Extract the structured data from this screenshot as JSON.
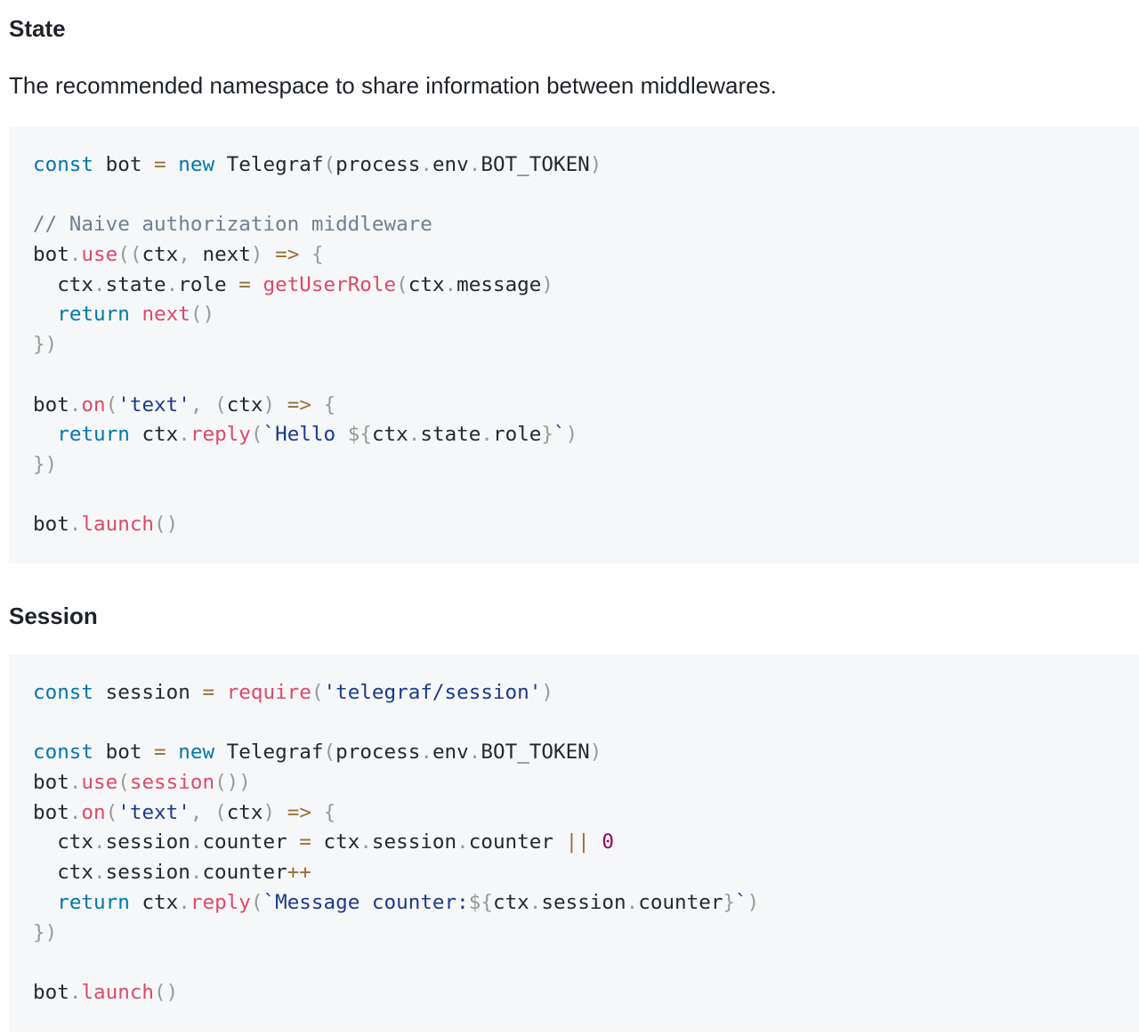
{
  "sections": [
    {
      "title": "State",
      "description": "The recommended namespace to share information between middlewares.",
      "code_lines": [
        [
          [
            "kw",
            "const"
          ],
          [
            "plain",
            " bot "
          ],
          [
            "op",
            "="
          ],
          [
            "plain",
            " "
          ],
          [
            "kw",
            "new"
          ],
          [
            "plain",
            " Telegraf"
          ],
          [
            "punc",
            "("
          ],
          [
            "plain",
            "process"
          ],
          [
            "punc",
            "."
          ],
          [
            "plain",
            "env"
          ],
          [
            "punc",
            "."
          ],
          [
            "plain",
            "BOT_TOKEN"
          ],
          [
            "punc",
            ")"
          ]
        ],
        [],
        [
          [
            "com",
            "// Naive authorization middleware"
          ]
        ],
        [
          [
            "plain",
            "bot"
          ],
          [
            "punc",
            "."
          ],
          [
            "fn",
            "use"
          ],
          [
            "punc",
            "(("
          ],
          [
            "plain",
            "ctx"
          ],
          [
            "punc",
            ","
          ],
          [
            "plain",
            " next"
          ],
          [
            "punc",
            ")"
          ],
          [
            "plain",
            " "
          ],
          [
            "op",
            "=>"
          ],
          [
            "plain",
            " "
          ],
          [
            "punc",
            "{"
          ]
        ],
        [
          [
            "plain",
            "  ctx"
          ],
          [
            "punc",
            "."
          ],
          [
            "plain",
            "state"
          ],
          [
            "punc",
            "."
          ],
          [
            "plain",
            "role "
          ],
          [
            "op",
            "="
          ],
          [
            "plain",
            " "
          ],
          [
            "fn",
            "getUserRole"
          ],
          [
            "punc",
            "("
          ],
          [
            "plain",
            "ctx"
          ],
          [
            "punc",
            "."
          ],
          [
            "plain",
            "message"
          ],
          [
            "punc",
            ")"
          ]
        ],
        [
          [
            "plain",
            "  "
          ],
          [
            "kw",
            "return"
          ],
          [
            "plain",
            " "
          ],
          [
            "fn",
            "next"
          ],
          [
            "punc",
            "()"
          ]
        ],
        [
          [
            "punc",
            "})"
          ]
        ],
        [],
        [
          [
            "plain",
            "bot"
          ],
          [
            "punc",
            "."
          ],
          [
            "fn",
            "on"
          ],
          [
            "punc",
            "("
          ],
          [
            "str",
            "'text'"
          ],
          [
            "punc",
            ","
          ],
          [
            "plain",
            " "
          ],
          [
            "punc",
            "("
          ],
          [
            "plain",
            "ctx"
          ],
          [
            "punc",
            ")"
          ],
          [
            "plain",
            " "
          ],
          [
            "op",
            "=>"
          ],
          [
            "plain",
            " "
          ],
          [
            "punc",
            "{"
          ]
        ],
        [
          [
            "plain",
            "  "
          ],
          [
            "kw",
            "return"
          ],
          [
            "plain",
            " ctx"
          ],
          [
            "punc",
            "."
          ],
          [
            "fn",
            "reply"
          ],
          [
            "punc",
            "("
          ],
          [
            "str",
            "`Hello "
          ],
          [
            "punc",
            "${"
          ],
          [
            "plain",
            "ctx"
          ],
          [
            "punc",
            "."
          ],
          [
            "plain",
            "state"
          ],
          [
            "punc",
            "."
          ],
          [
            "plain",
            "role"
          ],
          [
            "punc",
            "}"
          ],
          [
            "str",
            "`"
          ],
          [
            "punc",
            ")"
          ]
        ],
        [
          [
            "punc",
            "})"
          ]
        ],
        [],
        [
          [
            "plain",
            "bot"
          ],
          [
            "punc",
            "."
          ],
          [
            "fn",
            "launch"
          ],
          [
            "punc",
            "()"
          ]
        ]
      ]
    },
    {
      "title": "Session",
      "description": "",
      "code_lines": [
        [
          [
            "kw",
            "const"
          ],
          [
            "plain",
            " session "
          ],
          [
            "op",
            "="
          ],
          [
            "plain",
            " "
          ],
          [
            "fn",
            "require"
          ],
          [
            "punc",
            "("
          ],
          [
            "str",
            "'telegraf/session'"
          ],
          [
            "punc",
            ")"
          ]
        ],
        [],
        [
          [
            "kw",
            "const"
          ],
          [
            "plain",
            " bot "
          ],
          [
            "op",
            "="
          ],
          [
            "plain",
            " "
          ],
          [
            "kw",
            "new"
          ],
          [
            "plain",
            " Telegraf"
          ],
          [
            "punc",
            "("
          ],
          [
            "plain",
            "process"
          ],
          [
            "punc",
            "."
          ],
          [
            "plain",
            "env"
          ],
          [
            "punc",
            "."
          ],
          [
            "plain",
            "BOT_TOKEN"
          ],
          [
            "punc",
            ")"
          ]
        ],
        [
          [
            "plain",
            "bot"
          ],
          [
            "punc",
            "."
          ],
          [
            "fn",
            "use"
          ],
          [
            "punc",
            "("
          ],
          [
            "fn",
            "session"
          ],
          [
            "punc",
            "())"
          ]
        ],
        [
          [
            "plain",
            "bot"
          ],
          [
            "punc",
            "."
          ],
          [
            "fn",
            "on"
          ],
          [
            "punc",
            "("
          ],
          [
            "str",
            "'text'"
          ],
          [
            "punc",
            ","
          ],
          [
            "plain",
            " "
          ],
          [
            "punc",
            "("
          ],
          [
            "plain",
            "ctx"
          ],
          [
            "punc",
            ")"
          ],
          [
            "plain",
            " "
          ],
          [
            "op",
            "=>"
          ],
          [
            "plain",
            " "
          ],
          [
            "punc",
            "{"
          ]
        ],
        [
          [
            "plain",
            "  ctx"
          ],
          [
            "punc",
            "."
          ],
          [
            "plain",
            "session"
          ],
          [
            "punc",
            "."
          ],
          [
            "plain",
            "counter "
          ],
          [
            "op",
            "="
          ],
          [
            "plain",
            " ctx"
          ],
          [
            "punc",
            "."
          ],
          [
            "plain",
            "session"
          ],
          [
            "punc",
            "."
          ],
          [
            "plain",
            "counter "
          ],
          [
            "op",
            "||"
          ],
          [
            "plain",
            " "
          ],
          [
            "num",
            "0"
          ]
        ],
        [
          [
            "plain",
            "  ctx"
          ],
          [
            "punc",
            "."
          ],
          [
            "plain",
            "session"
          ],
          [
            "punc",
            "."
          ],
          [
            "plain",
            "counter"
          ],
          [
            "op",
            "++"
          ]
        ],
        [
          [
            "plain",
            "  "
          ],
          [
            "kw",
            "return"
          ],
          [
            "plain",
            " ctx"
          ],
          [
            "punc",
            "."
          ],
          [
            "fn",
            "reply"
          ],
          [
            "punc",
            "("
          ],
          [
            "str",
            "`Message counter:"
          ],
          [
            "punc",
            "${"
          ],
          [
            "plain",
            "ctx"
          ],
          [
            "punc",
            "."
          ],
          [
            "plain",
            "session"
          ],
          [
            "punc",
            "."
          ],
          [
            "plain",
            "counter"
          ],
          [
            "punc",
            "}"
          ],
          [
            "str",
            "`"
          ],
          [
            "punc",
            ")"
          ]
        ],
        [
          [
            "punc",
            "})"
          ]
        ],
        [],
        [
          [
            "plain",
            "bot"
          ],
          [
            "punc",
            "."
          ],
          [
            "fn",
            "launch"
          ],
          [
            "punc",
            "()"
          ]
        ]
      ]
    }
  ]
}
